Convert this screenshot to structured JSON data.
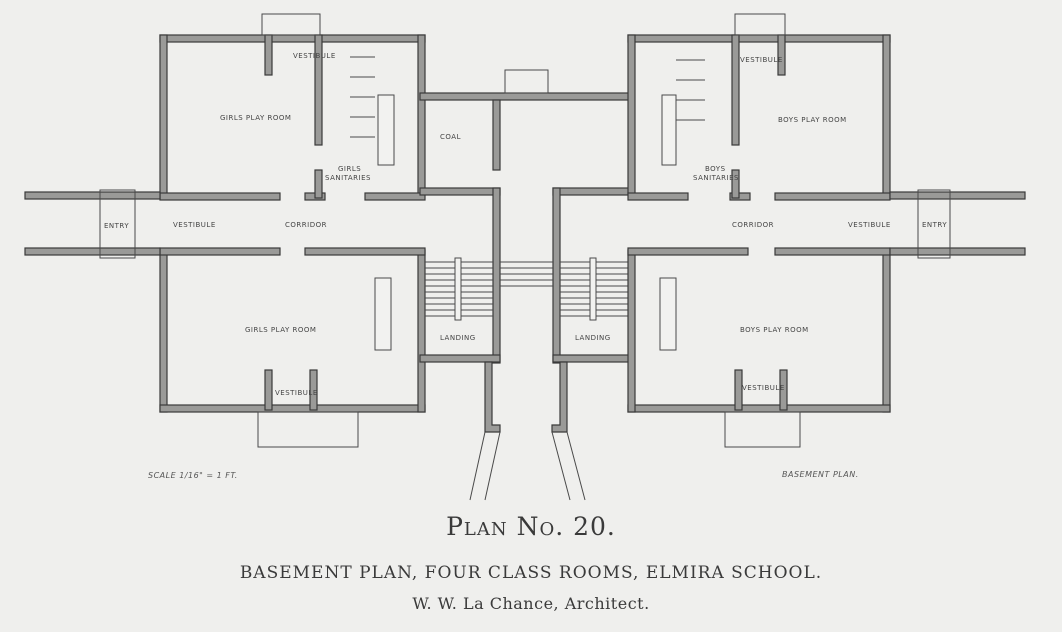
{
  "plan": {
    "title": "Plan No. 20.",
    "subtitle": "BASEMENT PLAN, FOUR CLASS ROOMS, ELMIRA SCHOOL.",
    "architect": "W. W. La Chance, Architect.",
    "scale_note": "Scale 1/16\" = 1 ft.",
    "sheet_note": "Basement Plan."
  },
  "rooms": {
    "girls_play_room_upper": "Girls Play Room",
    "girls_play_room_lower": "Girls Play Room",
    "boys_play_room_upper": "Boys Play Room",
    "boys_play_room_lower": "Boys Play Room",
    "girls_sanitaries_1": "Girls",
    "girls_sanitaries_2": "Sanitaries",
    "boys_sanitaries_1": "Boys",
    "boys_sanitaries_2": "Sanitaries",
    "vestibule_tl": "Vestibule",
    "vestibule_tr": "Vestibule",
    "vestibule_bl": "Vestibule",
    "vestibule_br": "Vestibule",
    "vestibule_left": "Vestibule",
    "vestibule_right": "Vestibule",
    "corridor_left": "Corridor",
    "corridor_right": "Corridor",
    "entry_left": "Entry",
    "entry_right": "Entry",
    "coal": "Coal",
    "landing_left": "Landing",
    "landing_right": "Landing"
  }
}
